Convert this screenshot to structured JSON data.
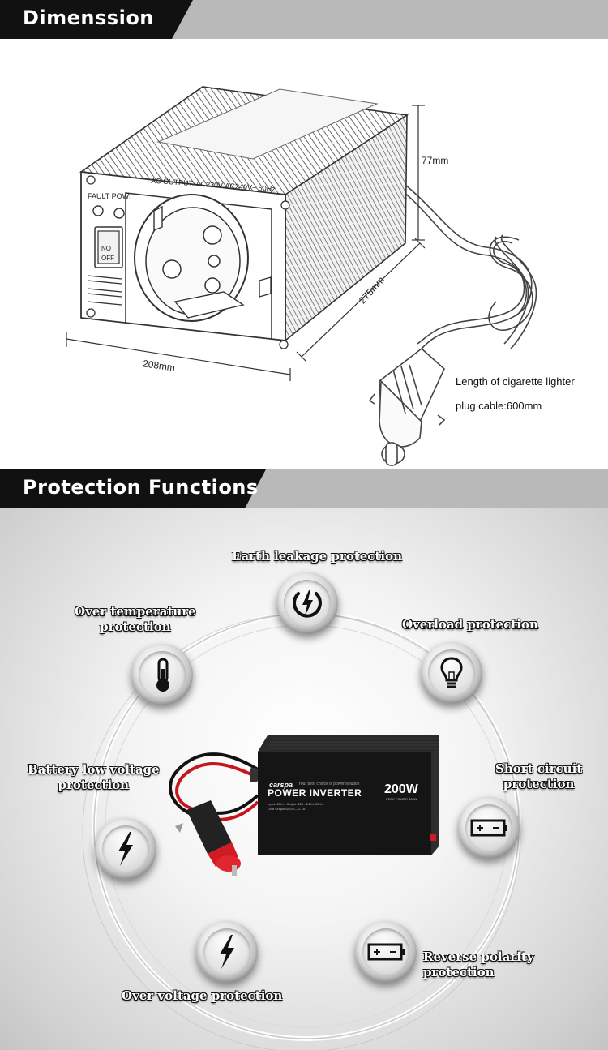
{
  "section1": {
    "title": "Dimenssion",
    "product_panel": {
      "ac_output_label": "AC OUTPUT: AC220V-AC240V~ 50Hz",
      "indicator_label": "FAULT POWER",
      "switch_no": "NO",
      "switch_off": "OFF"
    },
    "dimensions": {
      "height": "77mm",
      "depth": "275mm",
      "width": "208mm"
    },
    "cable_note": {
      "line1": "Length of cigarette lighter",
      "line2": "plug cable:600mm"
    }
  },
  "section2": {
    "title": "Protection Functions",
    "functions": [
      {
        "label": "Earth leakage protection",
        "icon": "power-bolt-icon"
      },
      {
        "label_line1": "Over temperature",
        "label_line2": "protection",
        "icon": "thermometer-icon"
      },
      {
        "label": "Overload protection",
        "icon": "lightbulb-icon"
      },
      {
        "label_line1": "Battery low voltage",
        "label_line2": "protection",
        "icon": "lightning-icon"
      },
      {
        "label_line1": "Short circuit",
        "label_line2": "protection",
        "icon": "battery-icon"
      },
      {
        "label": "Over voltage protection",
        "icon": "lightning-icon"
      },
      {
        "label_line1": "Reverse polarity",
        "label_line2": "protection",
        "icon": "battery-icon"
      }
    ],
    "product": {
      "brand": "carspa",
      "tagline": "Your best choice is power solution",
      "name": "POWER INVERTER",
      "wattage": "200W",
      "peak": "PEAK POWER 400W",
      "spec1": "Input: 12V— Output: 220 - 240V, 50Hz",
      "spec2": "USB Output:DC5V— 2.1A"
    }
  }
}
